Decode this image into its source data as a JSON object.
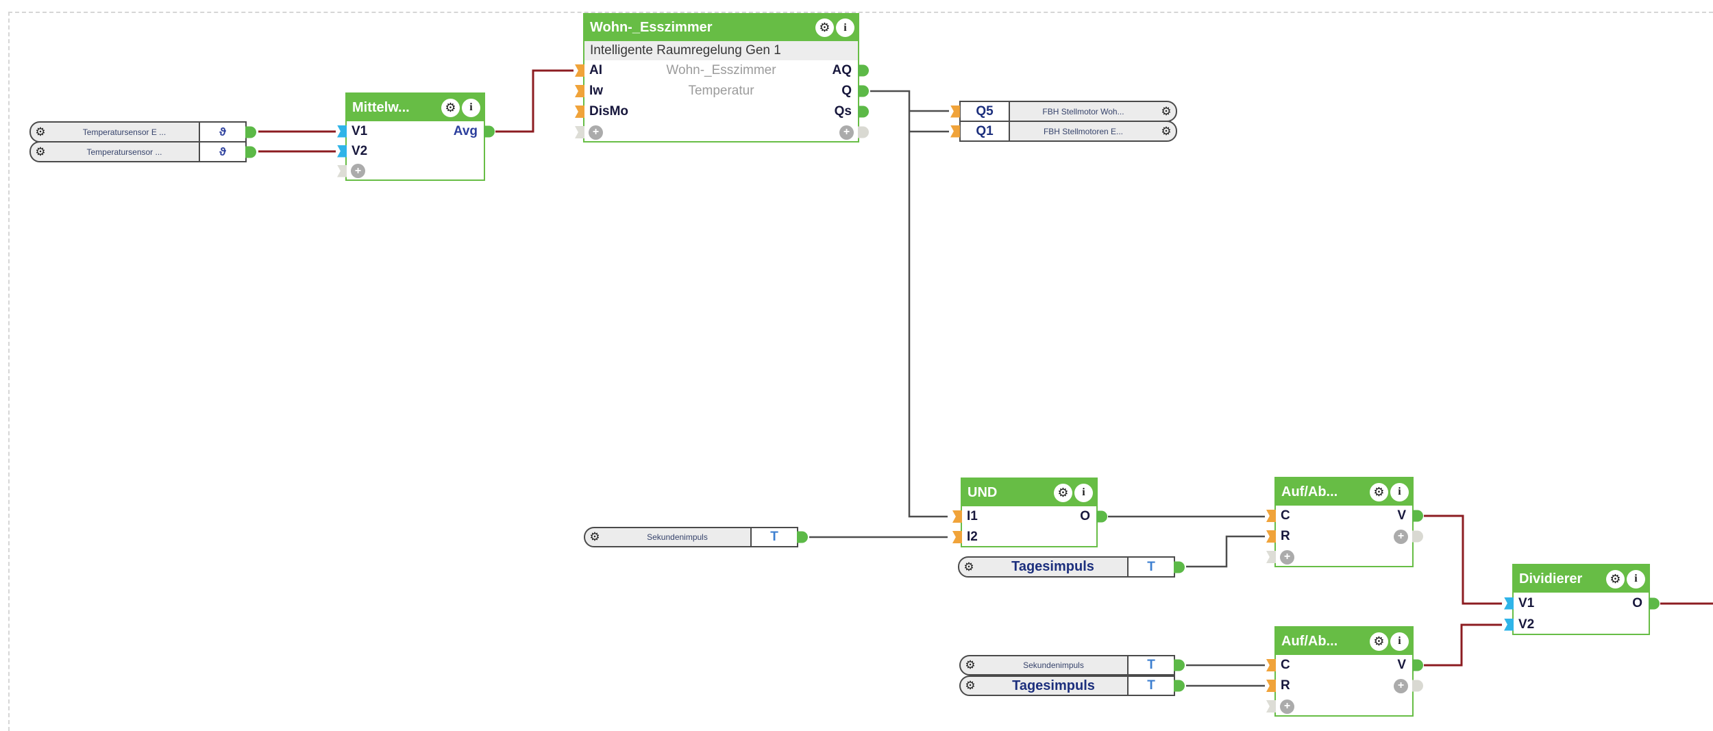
{
  "icons": {
    "gear": "⚙",
    "info": "i",
    "plus": "+"
  },
  "colors": {
    "block_green": "#67bd45",
    "nub_green": "#5cb947",
    "tab_orange": "#f0a33a",
    "tab_cyan": "#2fb4e8",
    "wire_red": "#8c1c21",
    "wire_gray": "#4d4d4d",
    "row_gray": "#ececec"
  },
  "sensors": {
    "temp1": {
      "label": "Temperatursensor E ...",
      "value": "ϑ"
    },
    "temp2": {
      "label": "Temperatursensor ...",
      "value": "ϑ"
    },
    "sek_upper": {
      "label": "Sekundenimpuls",
      "value": "T"
    },
    "tag_upper": {
      "label": "Tagesimpuls",
      "value": "T"
    },
    "sek_lower": {
      "label": "Sekundenimpuls",
      "value": "T"
    },
    "tag_lower": {
      "label": "Tagesimpuls",
      "value": "T"
    }
  },
  "actuators": {
    "q5": {
      "port": "Q5",
      "label": "FBH Stellmotor Woh..."
    },
    "q1": {
      "port": "Q1",
      "label": "FBH Stellmotoren E..."
    }
  },
  "blocks": {
    "mittelwert": {
      "title": "Mittelw...",
      "in1": "V1",
      "in2": "V2",
      "out1": "Avg"
    },
    "raumregelung": {
      "title": "Wohn-_Esszimmer",
      "subtitle": "Intelligente Raumregelung Gen 1",
      "in1": "AI",
      "in2": "Iw",
      "in3": "DisMo",
      "center1": "Wohn-_Esszimmer",
      "center2": "Temperatur",
      "out1": "AQ",
      "out2": "Q",
      "out3": "Qs"
    },
    "und": {
      "title": "UND",
      "in1": "I1",
      "in2": "I2",
      "out1": "O"
    },
    "aufab1": {
      "title": "Auf/Ab...",
      "in1": "C",
      "in2": "R",
      "out1": "V"
    },
    "aufab2": {
      "title": "Auf/Ab...",
      "in1": "C",
      "in2": "R",
      "out1": "V"
    },
    "dividierer": {
      "title": "Dividierer",
      "in1": "V1",
      "in2": "V2",
      "out1": "O"
    }
  }
}
